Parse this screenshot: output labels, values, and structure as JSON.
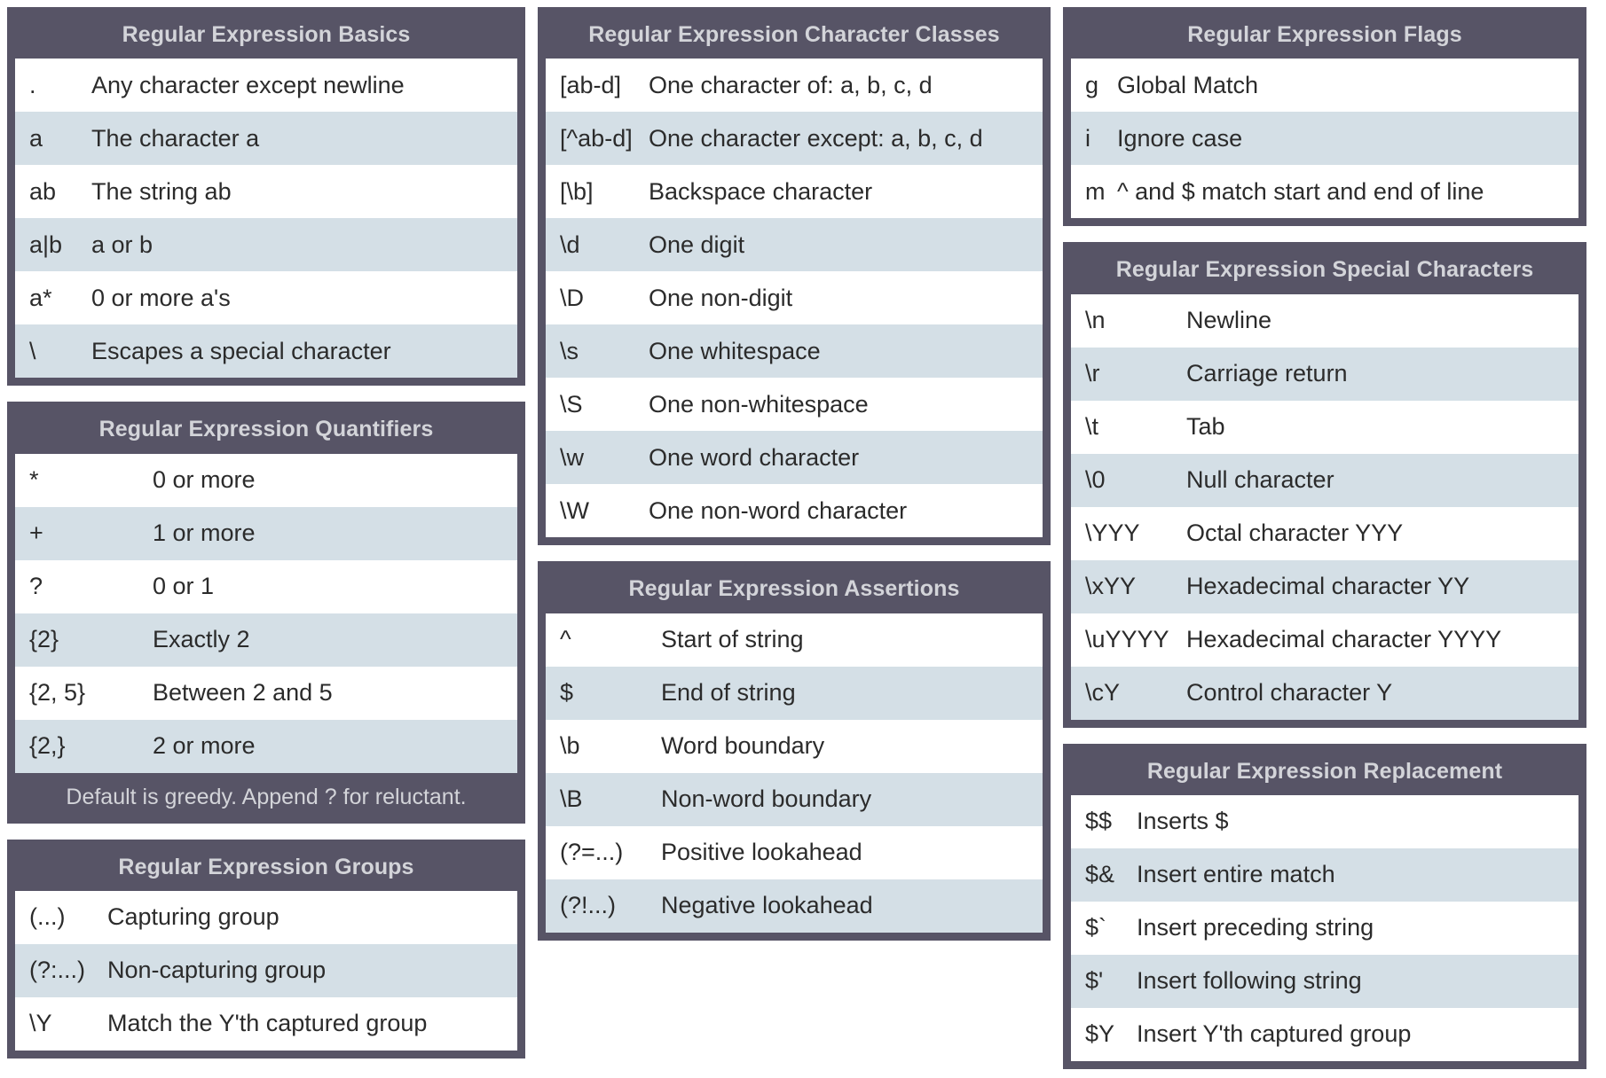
{
  "colors": {
    "panel_bg": "#575466",
    "title_text": "#d3d4d9",
    "row_bg": "#ffffff",
    "row_alt_bg": "#d4dfe6",
    "row_text": "#2b2b2b"
  },
  "sections": {
    "basics": {
      "title": "Regular Expression Basics",
      "rows": [
        {
          "symbol": ".",
          "description": "Any character except newline"
        },
        {
          "symbol": "a",
          "description": "The character a"
        },
        {
          "symbol": "ab",
          "description": "The string ab"
        },
        {
          "symbol": "a|b",
          "description": "a or b"
        },
        {
          "symbol": "a*",
          "description": "0 or more a's"
        },
        {
          "symbol": "\\",
          "description": "Escapes a special character"
        }
      ]
    },
    "quantifiers": {
      "title": "Regular Expression Quantifiers",
      "rows": [
        {
          "symbol": "*",
          "description": "0 or more"
        },
        {
          "symbol": "+",
          "description": "1 or more"
        },
        {
          "symbol": "?",
          "description": "0 or 1"
        },
        {
          "symbol": "{2}",
          "description": "Exactly 2"
        },
        {
          "symbol": "{2, 5}",
          "description": "Between 2 and 5"
        },
        {
          "symbol": "{2,}",
          "description": "2 or more"
        }
      ],
      "footer": "Default is greedy. Append ? for reluctant."
    },
    "groups": {
      "title": "Regular Expression Groups",
      "rows": [
        {
          "symbol": "(...)",
          "description": "Capturing group"
        },
        {
          "symbol": "(?:...)",
          "description": "Non-capturing group"
        },
        {
          "symbol": "\\Y",
          "description": "Match the Y'th captured group"
        }
      ]
    },
    "character_classes": {
      "title": "Regular Expression Character Classes",
      "rows": [
        {
          "symbol": "[ab-d]",
          "description": "One character of: a, b, c, d"
        },
        {
          "symbol": "[^ab-d]",
          "description": "One character except: a, b, c, d"
        },
        {
          "symbol": "[\\b]",
          "description": "Backspace character"
        },
        {
          "symbol": "\\d",
          "description": "One digit"
        },
        {
          "symbol": "\\D",
          "description": "One non-digit"
        },
        {
          "symbol": "\\s",
          "description": "One whitespace"
        },
        {
          "symbol": "\\S",
          "description": "One non-whitespace"
        },
        {
          "symbol": "\\w",
          "description": "One word character"
        },
        {
          "symbol": "\\W",
          "description": "One non-word character"
        }
      ]
    },
    "assertions": {
      "title": "Regular Expression Assertions",
      "rows": [
        {
          "symbol": "^",
          "description": "Start of string"
        },
        {
          "symbol": "$",
          "description": "End of string"
        },
        {
          "symbol": "\\b",
          "description": "Word boundary"
        },
        {
          "symbol": "\\B",
          "description": "Non-word boundary"
        },
        {
          "symbol": "(?=...)",
          "description": "Positive lookahead"
        },
        {
          "symbol": "(?!...)",
          "description": "Negative lookahead"
        }
      ]
    },
    "flags": {
      "title": "Regular Expression Flags",
      "rows": [
        {
          "symbol": "g",
          "description": "Global Match"
        },
        {
          "symbol": "i",
          "description": "Ignore case"
        },
        {
          "symbol": "m",
          "description": "^ and $ match start and end of line"
        }
      ]
    },
    "special_characters": {
      "title": "Regular Expression Special Characters",
      "rows": [
        {
          "symbol": "\\n",
          "description": "Newline"
        },
        {
          "symbol": "\\r",
          "description": "Carriage return"
        },
        {
          "symbol": "\\t",
          "description": "Tab"
        },
        {
          "symbol": "\\0",
          "description": "Null character"
        },
        {
          "symbol": "\\YYY",
          "description": "Octal character YYY"
        },
        {
          "symbol": "\\xYY",
          "description": "Hexadecimal character YY"
        },
        {
          "symbol": "\\uYYYY",
          "description": "Hexadecimal character YYYY"
        },
        {
          "symbol": "\\cY",
          "description": "Control character Y"
        }
      ]
    },
    "replacement": {
      "title": "Regular Expression Replacement",
      "rows": [
        {
          "symbol": "$$",
          "description": "Inserts $"
        },
        {
          "symbol": "$&",
          "description": "Insert entire match"
        },
        {
          "symbol": "$`",
          "description": "Insert preceding string"
        },
        {
          "symbol": "$'",
          "description": "Insert following string"
        },
        {
          "symbol": "$Y",
          "description": "Insert Y'th captured group"
        }
      ]
    }
  }
}
